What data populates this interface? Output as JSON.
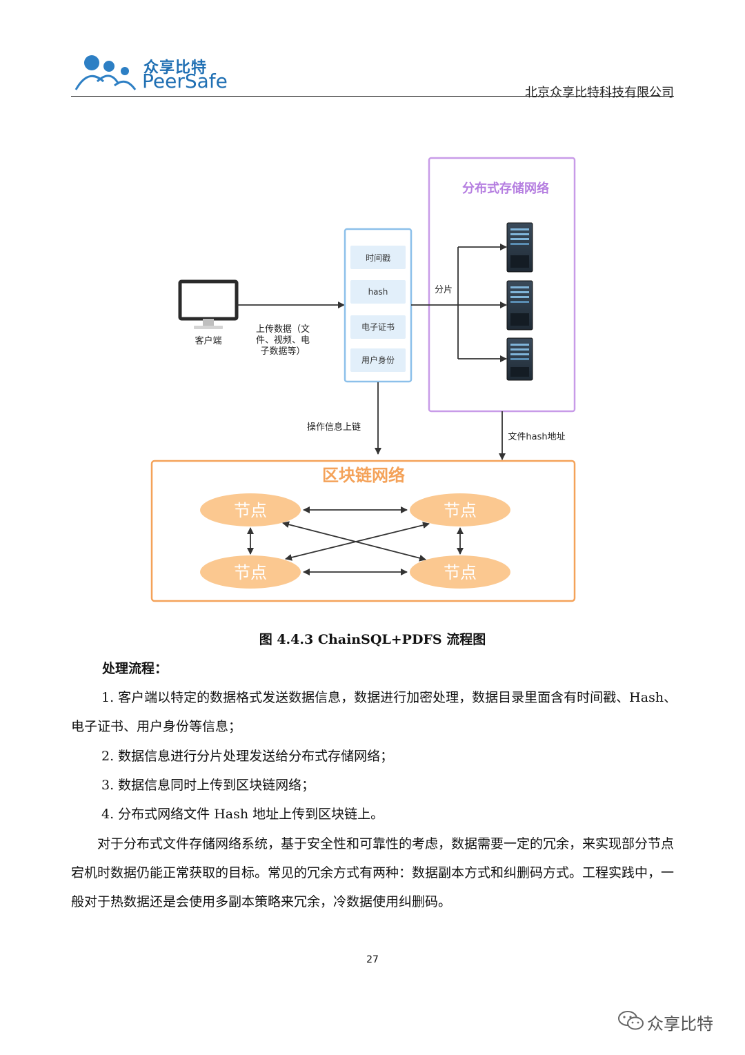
{
  "header": {
    "logo_cn": "众享比特",
    "logo_en": "PeerSafe",
    "company": "北京众享比特科技有限公司"
  },
  "diagram": {
    "client_label": "客户端",
    "upload_label_lines": [
      "上传数据（文",
      "件、视频、电",
      "子数据等）"
    ],
    "metadata_items": [
      "时间戳",
      "hash",
      "电子证书",
      "用户身份"
    ],
    "shard_label": "分片",
    "storage_title": "分布式存储网络",
    "op_chain_label": "操作信息上链",
    "file_hash_label": "文件hash地址",
    "blockchain_title": "区块链网络",
    "node_label": "节点"
  },
  "caption": "图 4.4.3 ChainSQL+PDFS 流程图",
  "body": {
    "process_title": "处理流程：",
    "step1": "1. 客户端以特定的数据格式发送数据信息，数据进行加密处理，数据目录里面含有时间戳、Hash、电子证书、用户身份等信息；",
    "step2": "2. 数据信息进行分片处理发送给分布式存储网络；",
    "step3": "3. 数据信息同时上传到区块链网络；",
    "step4": "4. 分布式网络文件 Hash 地址上传到区块链上。",
    "para": "对于分布式文件存储网络系统，基于安全性和可靠性的考虑，数据需要一定的冗余，来实现部分节点宕机时数据仍能正常获取的目标。常见的冗余方式有两种：数据副本方式和纠删码方式。工程实践中，一般对于热数据还是会使用多副本策略来冗余，冷数据使用纠删码。"
  },
  "page_number": "27",
  "watermark": "众享比特",
  "colors": {
    "brand_blue": "#1f6fb3",
    "storage_purple": "#c89be8",
    "blockchain_orange": "#f4a259",
    "meta_blue": "#7db6e8"
  }
}
